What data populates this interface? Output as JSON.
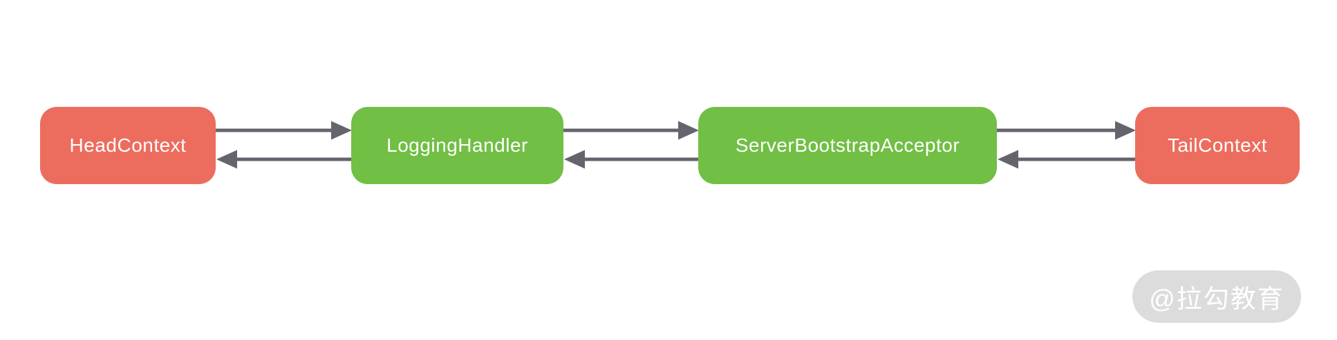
{
  "colors": {
    "background": "#ffffff",
    "context_node": "#ec6d5e",
    "handler_node": "#71bf45",
    "node_text": "#ffffff",
    "arrow": "#64646e",
    "watermark_bg": "#dcdcdc",
    "watermark_text": "#ffffff"
  },
  "pipeline": {
    "nodes": [
      {
        "label": "HeadContext",
        "role": "context",
        "color": "#ec6d5e"
      },
      {
        "label": "LoggingHandler",
        "role": "handler",
        "color": "#71bf45"
      },
      {
        "label": "ServerBootstrapAcceptor",
        "role": "handler",
        "color": "#71bf45"
      },
      {
        "label": "TailContext",
        "role": "context",
        "color": "#ec6d5e"
      }
    ],
    "edges": [
      {
        "from": "HeadContext",
        "to": "LoggingHandler",
        "direction": "forward"
      },
      {
        "from": "LoggingHandler",
        "to": "HeadContext",
        "direction": "backward"
      },
      {
        "from": "LoggingHandler",
        "to": "ServerBootstrapAcceptor",
        "direction": "forward"
      },
      {
        "from": "ServerBootstrapAcceptor",
        "to": "LoggingHandler",
        "direction": "backward"
      },
      {
        "from": "ServerBootstrapAcceptor",
        "to": "TailContext",
        "direction": "forward"
      },
      {
        "from": "TailContext",
        "to": "ServerBootstrapAcceptor",
        "direction": "backward"
      }
    ]
  },
  "watermark": {
    "text": "@拉勾教育"
  }
}
